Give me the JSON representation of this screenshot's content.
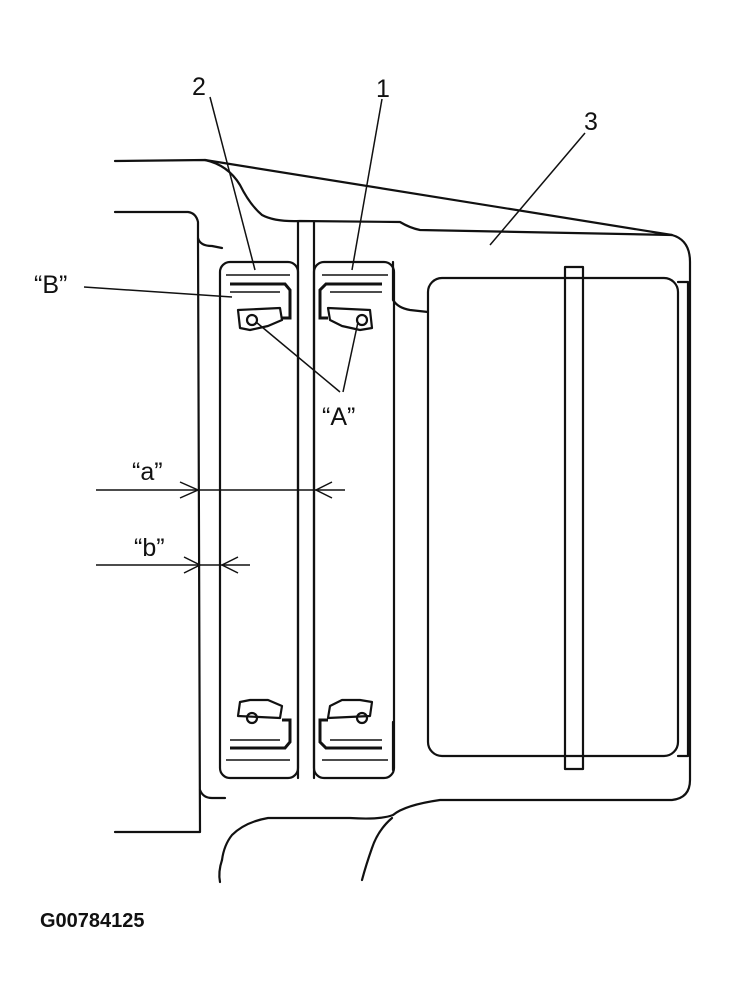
{
  "labels": {
    "part1": "1",
    "part2": "2",
    "part3": "3",
    "labelA": "“A”",
    "labelB": "“B”",
    "dimA": "“a”",
    "dimB": "“b”"
  },
  "figure_code": "G00784125",
  "colors": {
    "ink": "#111111",
    "background": "#ffffff"
  }
}
